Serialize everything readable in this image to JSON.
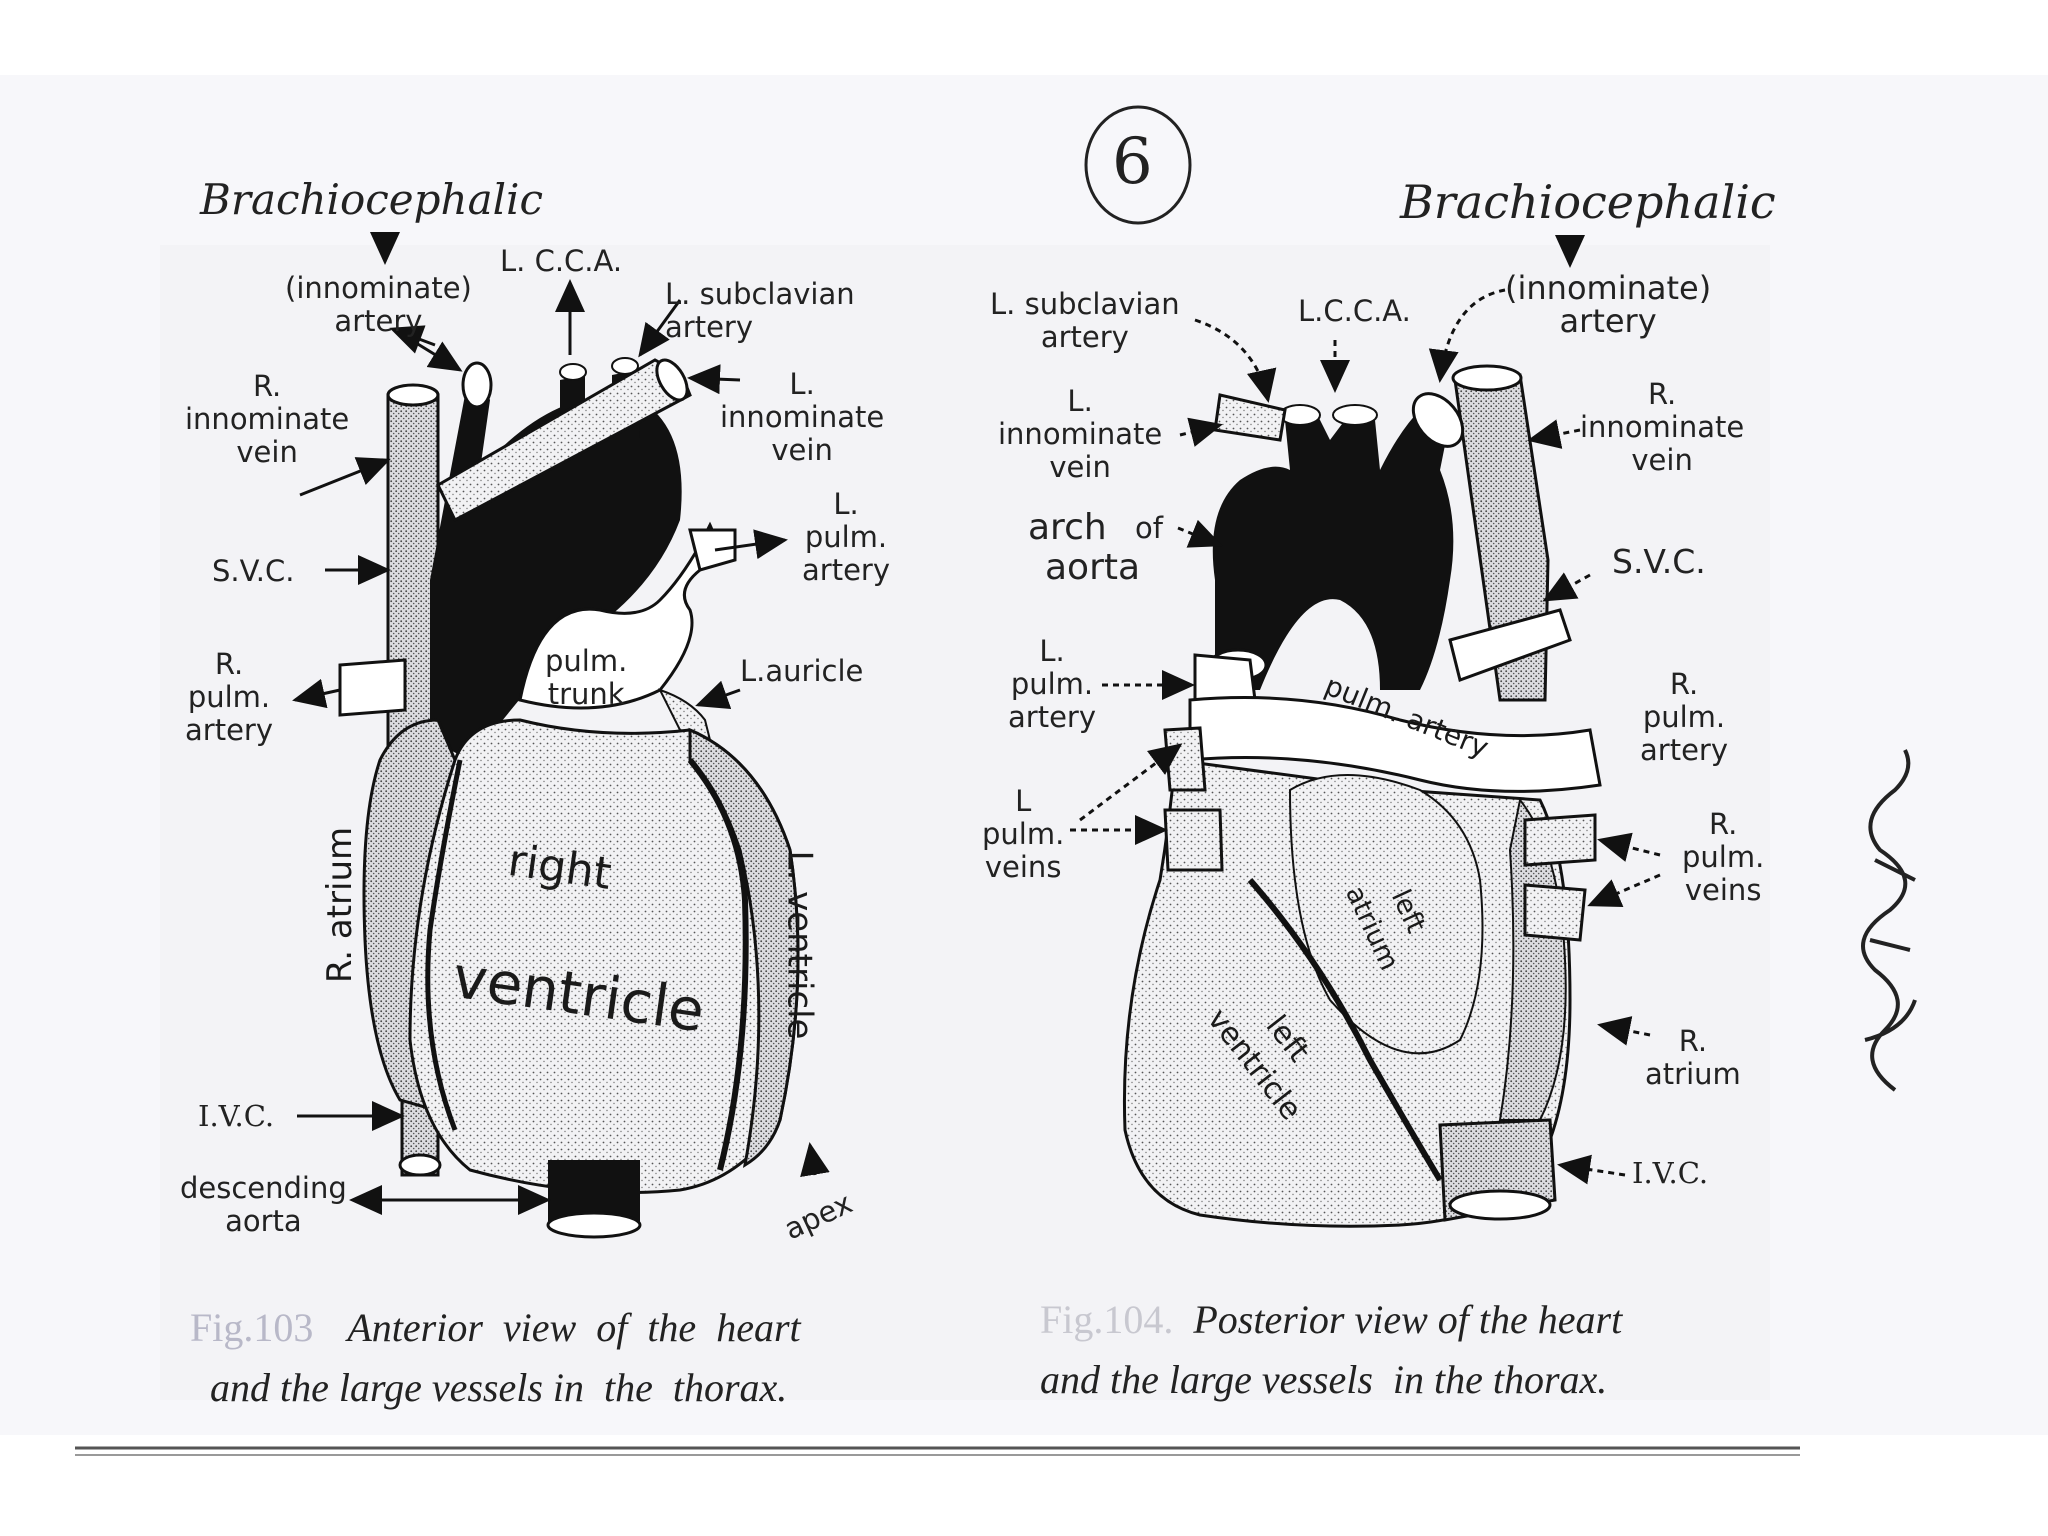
{
  "page_number": "6",
  "handwritten_top_left": "Brachiocephalic",
  "handwritten_top_right": "Brachiocephalic",
  "signature": "signature",
  "anterior": {
    "labels": {
      "innominate_artery": "(innominate)\nartery",
      "lcca": "L. C.C.A.",
      "l_subclavian": "L. subclavian\nartery",
      "r_innominate_vein": "R.\ninnominate\nvein",
      "l_innominate_vein": "L.\ninnominate\nvein",
      "svc": "S.V.C.",
      "l_pulm_artery": "L.\npulm.\nartery",
      "r_pulm_artery": "R.\npulm.\nartery",
      "pulm_trunk": "pulm.\ntrunk",
      "l_auricle": "L.auricle",
      "r_atrium": "R. atrium",
      "right": "right",
      "ventricle": "ventricle",
      "l_ventricle": "L. ventricle",
      "ivc": "I.V.C.",
      "descending_aorta": "descending\naorta",
      "apex": "apex"
    },
    "caption_fig": "Fig.103",
    "caption_line1": "Anterior  view  of  the  heart",
    "caption_line2": "and the large vessels in  the  thorax."
  },
  "posterior": {
    "labels": {
      "l_subclavian": "L. subclavian\nartery",
      "lcca": "L.C.C.A.",
      "innominate_artery": "(innominate)\nartery",
      "l_innominate_vein": "L.\ninnominate\nvein",
      "r_innominate_vein": "R.\ninnominate\nvein",
      "arch_of_aorta_1": "arch",
      "arch_of_aorta_of": "of",
      "arch_of_aorta_2": "aorta",
      "svc": "S.V.C.",
      "l_pulm_artery": "L.\npulm.\nartery",
      "pulm_artery": "pulm. artery",
      "r_pulm_artery": "R.\npulm.\nartery",
      "l_pulm_veins": "L\npulm.\nveins",
      "r_pulm_veins": "R.\npulm.\nveins",
      "left_atrium": "left\natrium",
      "left_ventricle": "left\nventricle",
      "r_atrium": "R.\natrium",
      "ivc": "I.V.C."
    },
    "caption_fig": "Fig.104.",
    "caption_line1": "Posterior view of the heart",
    "caption_line2": "and the large vessels  in the thorax."
  }
}
